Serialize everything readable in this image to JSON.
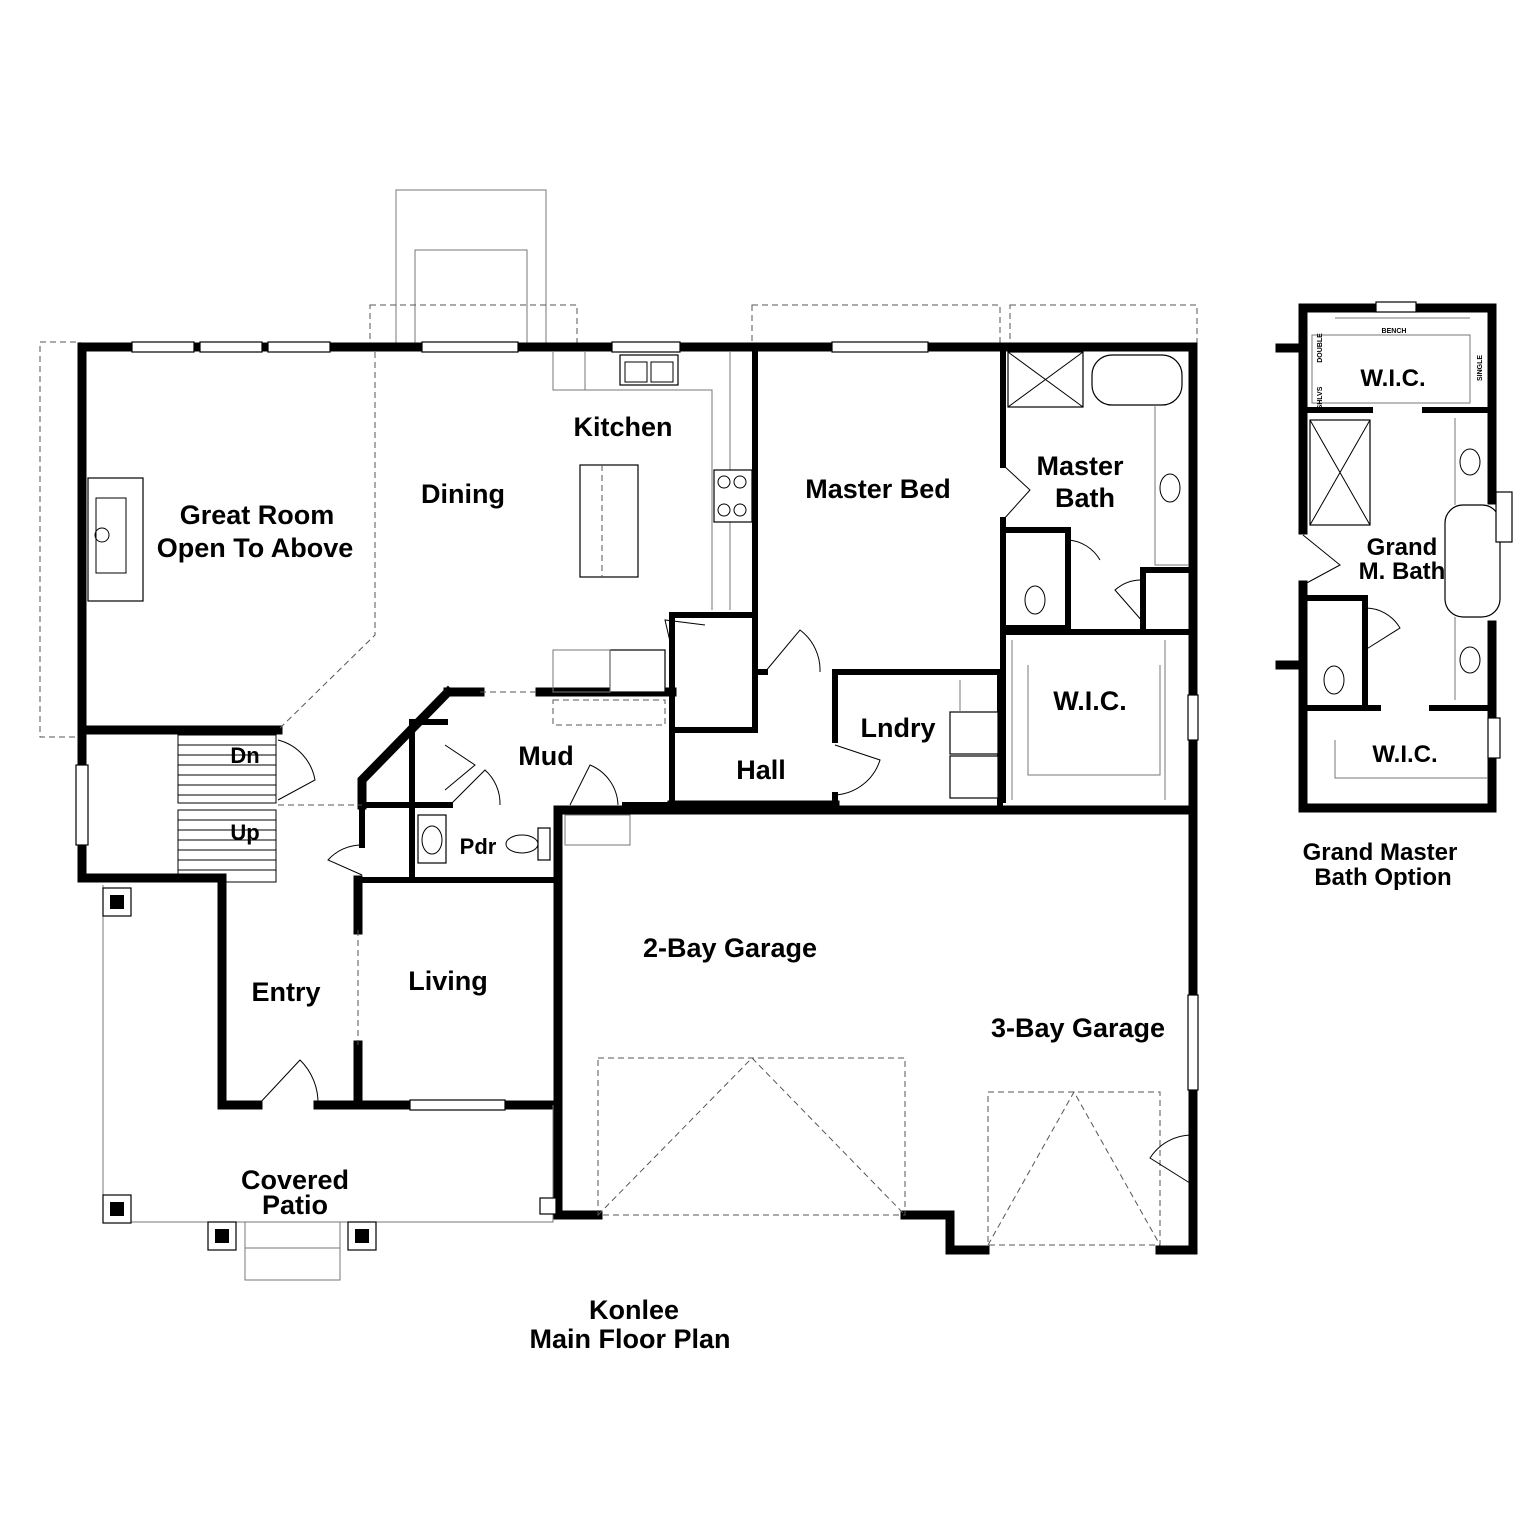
{
  "plan": {
    "title_line1": "Konlee",
    "title_line2": "Main Floor Plan"
  },
  "rooms": {
    "great_room_line1": "Great Room",
    "great_room_line2": "Open To Above",
    "dining": "Dining",
    "kitchen": "Kitchen",
    "master_bed": "Master Bed",
    "master_bath_line1": "Master",
    "master_bath_line2": "Bath",
    "wic": "W.I.C.",
    "mud": "Mud",
    "hall": "Hall",
    "laundry": "Lndry",
    "powder": "Pdr",
    "stairs_down": "Dn",
    "stairs_up": "Up",
    "entry": "Entry",
    "living": "Living",
    "garage_2bay": "2-Bay Garage",
    "garage_3bay": "3-Bay Garage",
    "patio_line1": "Covered",
    "patio_line2": "Patio"
  },
  "option": {
    "title_line1": "Grand Master",
    "title_line2": "Bath Option",
    "wic_top": "W.I.C.",
    "wic_bottom": "W.I.C.",
    "bath_line1": "Grand",
    "bath_line2": "M. Bath",
    "bench": "BENCH",
    "double": "DOUBLE",
    "single": "SINGLE",
    "shelves": "SHLVS"
  }
}
